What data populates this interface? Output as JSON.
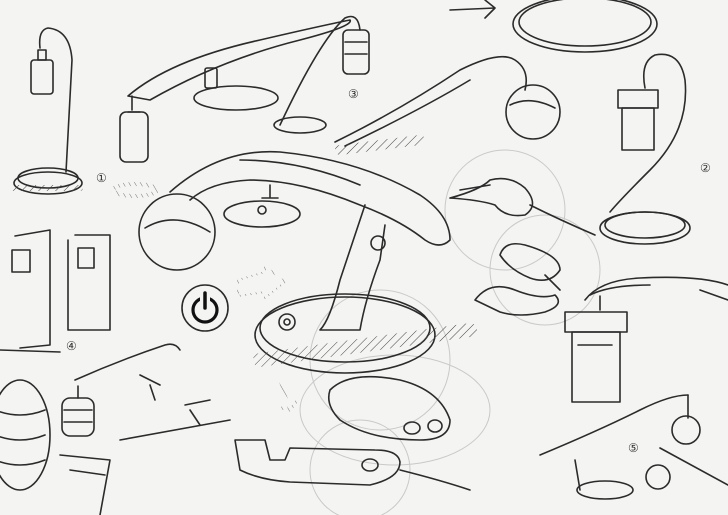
{
  "annotations": {
    "num_1": "①",
    "num_2": "②",
    "num_3": "③",
    "num_4": "④",
    "num_5": "⑤"
  },
  "colors": {
    "paper": "#f4f4f2",
    "ink": "#2b2b2b",
    "light_ink": "#777777"
  },
  "icons": [
    "power-icon",
    "lamp-icon",
    "lantern-icon"
  ]
}
